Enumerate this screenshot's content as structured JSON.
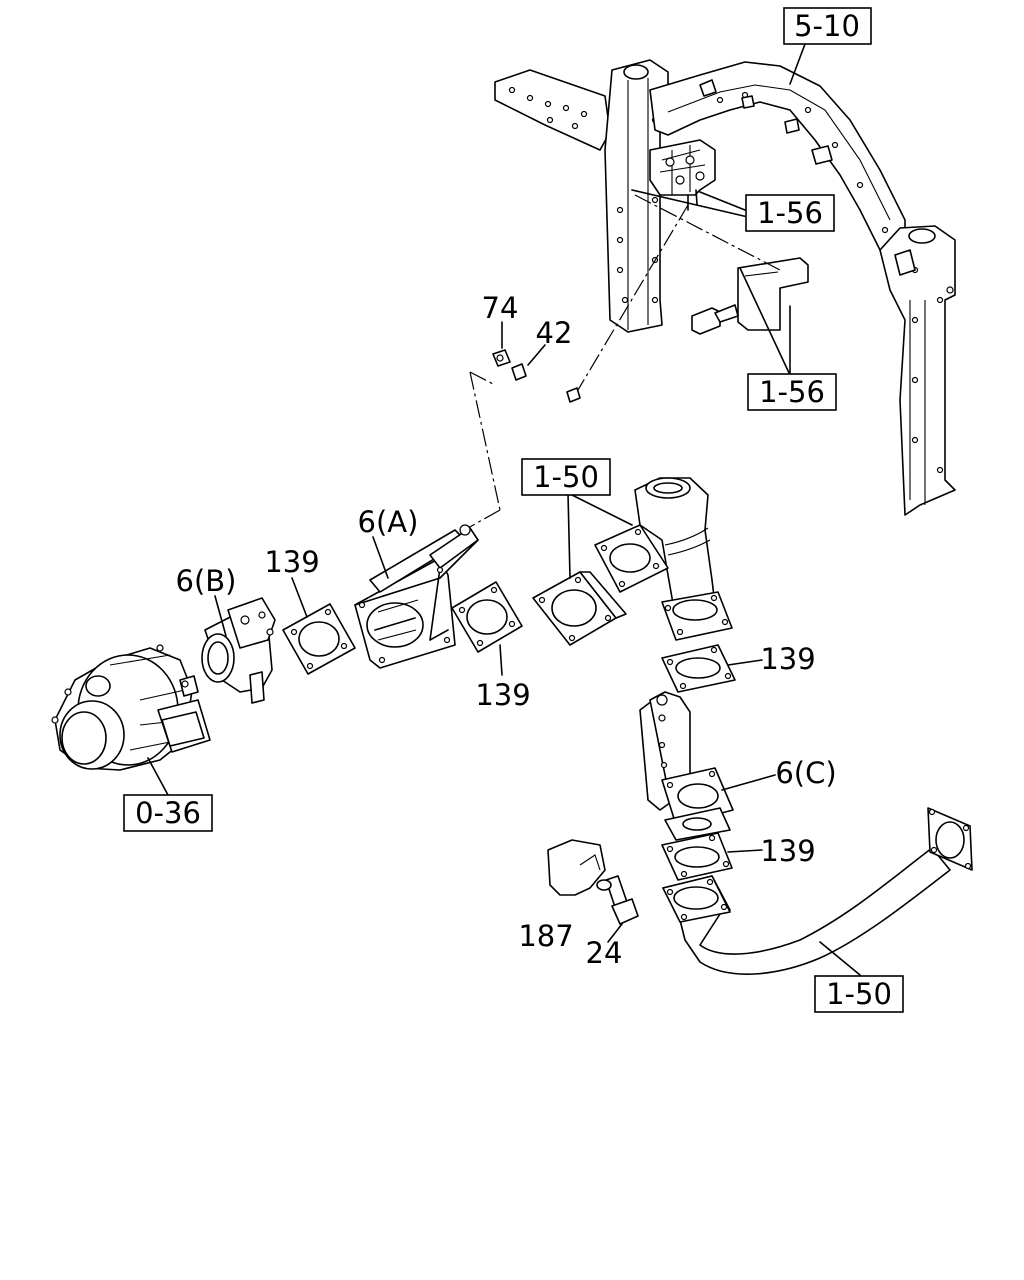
{
  "callouts": {
    "ref_5_10": "5-10",
    "ref_1_56_top": "1-56",
    "ref_1_56_bottom": "1-56",
    "ref_1_50_top": "1-50",
    "ref_1_50_bottom": "1-50",
    "ref_0_36": "0-36",
    "part_74": "74",
    "part_42": "42",
    "part_6a": "6(A)",
    "part_6b": "6(B)",
    "part_6c": "6(C)",
    "part_139_a": "139",
    "part_139_b": "139",
    "part_139_c": "139",
    "part_139_d": "139",
    "part_187": "187",
    "part_24": "24"
  }
}
